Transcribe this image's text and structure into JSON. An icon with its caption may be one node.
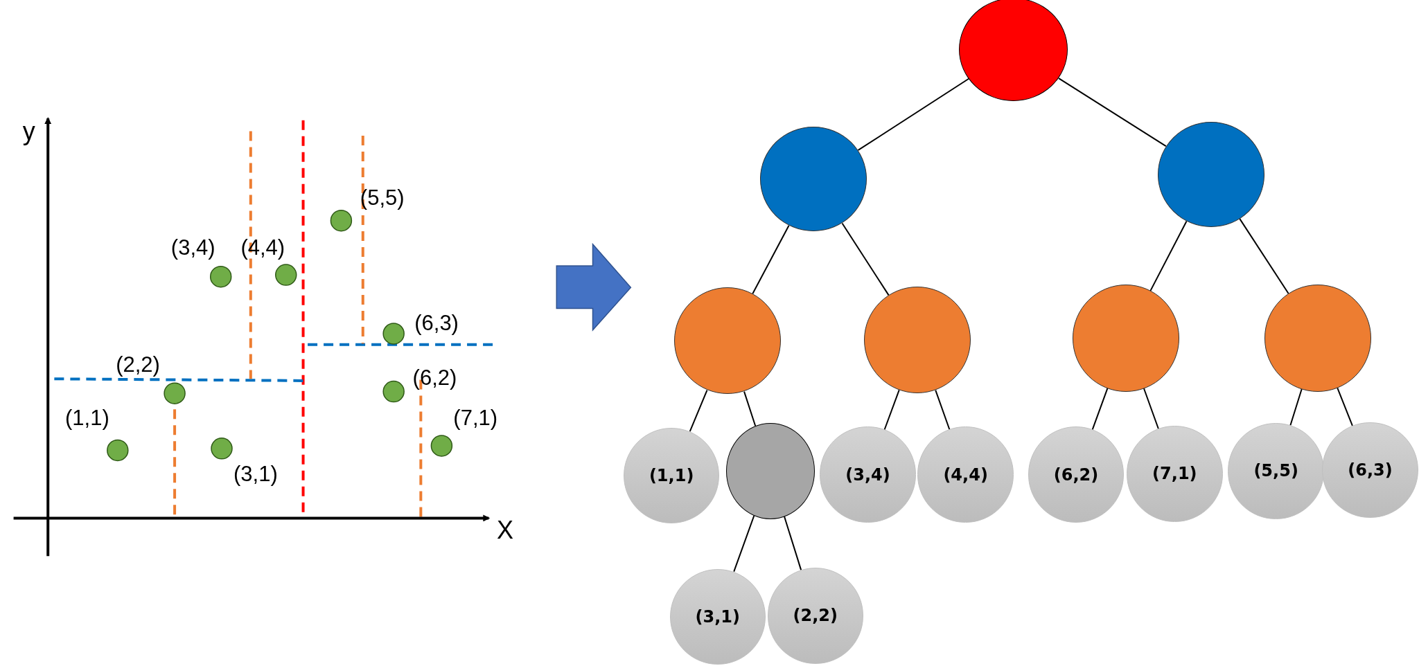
{
  "diagram": {
    "nodes": [
      {
        "text": [],
        "shape": "circle"
      },
      {
        "text": [],
        "shape": "circle"
      },
      {
        "text": [],
        "shape": "circle"
      },
      {
        "text": [],
        "shape": "circle"
      },
      {
        "text": [],
        "shape": "circle"
      },
      {
        "text": [],
        "shape": "circle"
      },
      {
        "text": [],
        "shape": "circle"
      },
      {
        "text": [
          "(1,1)"
        ]
      },
      {
        "text": [],
        "shape": "circle"
      },
      {
        "text": [
          "(3,4)"
        ]
      },
      {
        "text": [
          "(4,4)"
        ]
      },
      {
        "text": [
          "(6,2)"
        ]
      },
      {
        "text": [
          "(7,1)"
        ]
      },
      {
        "text": [
          "(5,5)"
        ]
      },
      {
        "text": [
          "(6,3)"
        ]
      },
      {
        "text": [
          "(3,1)"
        ]
      },
      {
        "text": [
          "(2,2)"
        ]
      }
    ],
    "edges": [
      {
        "from": 0,
        "to": 1,
        "arrow": "none"
      },
      {
        "from": 0,
        "to": 2,
        "arrow": "none"
      },
      {
        "from": 1,
        "to": 3,
        "arrow": "none"
      },
      {
        "from": 1,
        "to": 4,
        "arrow": "none"
      },
      {
        "from": 2,
        "to": 5,
        "arrow": "none"
      },
      {
        "from": 2,
        "to": 6,
        "arrow": "none"
      },
      {
        "from": 3,
        "to": 7,
        "arrow": "none"
      },
      {
        "from": 3,
        "to": 8,
        "arrow": "none"
      },
      {
        "from": 4,
        "to": 9,
        "arrow": "none"
      },
      {
        "from": 4,
        "to": 10,
        "arrow": "none"
      },
      {
        "from": 5,
        "to": 11,
        "arrow": "none"
      },
      {
        "from": 5,
        "to": 12,
        "arrow": "none"
      },
      {
        "from": 6,
        "to": 13,
        "arrow": "none"
      },
      {
        "from": 6,
        "to": 14,
        "arrow": "none"
      },
      {
        "from": 8,
        "to": 15,
        "arrow": "none"
      },
      {
        "from": 8,
        "to": 16,
        "arrow": "none"
      }
    ],
    "labels": [
      "y",
      "(5,5)",
      "(3,4)",
      "(4,4)",
      "(6,3)",
      "(2,2)",
      "(6,2)",
      "(1,1)",
      "(7,1)",
      "(3,1)",
      "X"
    ]
  }
}
